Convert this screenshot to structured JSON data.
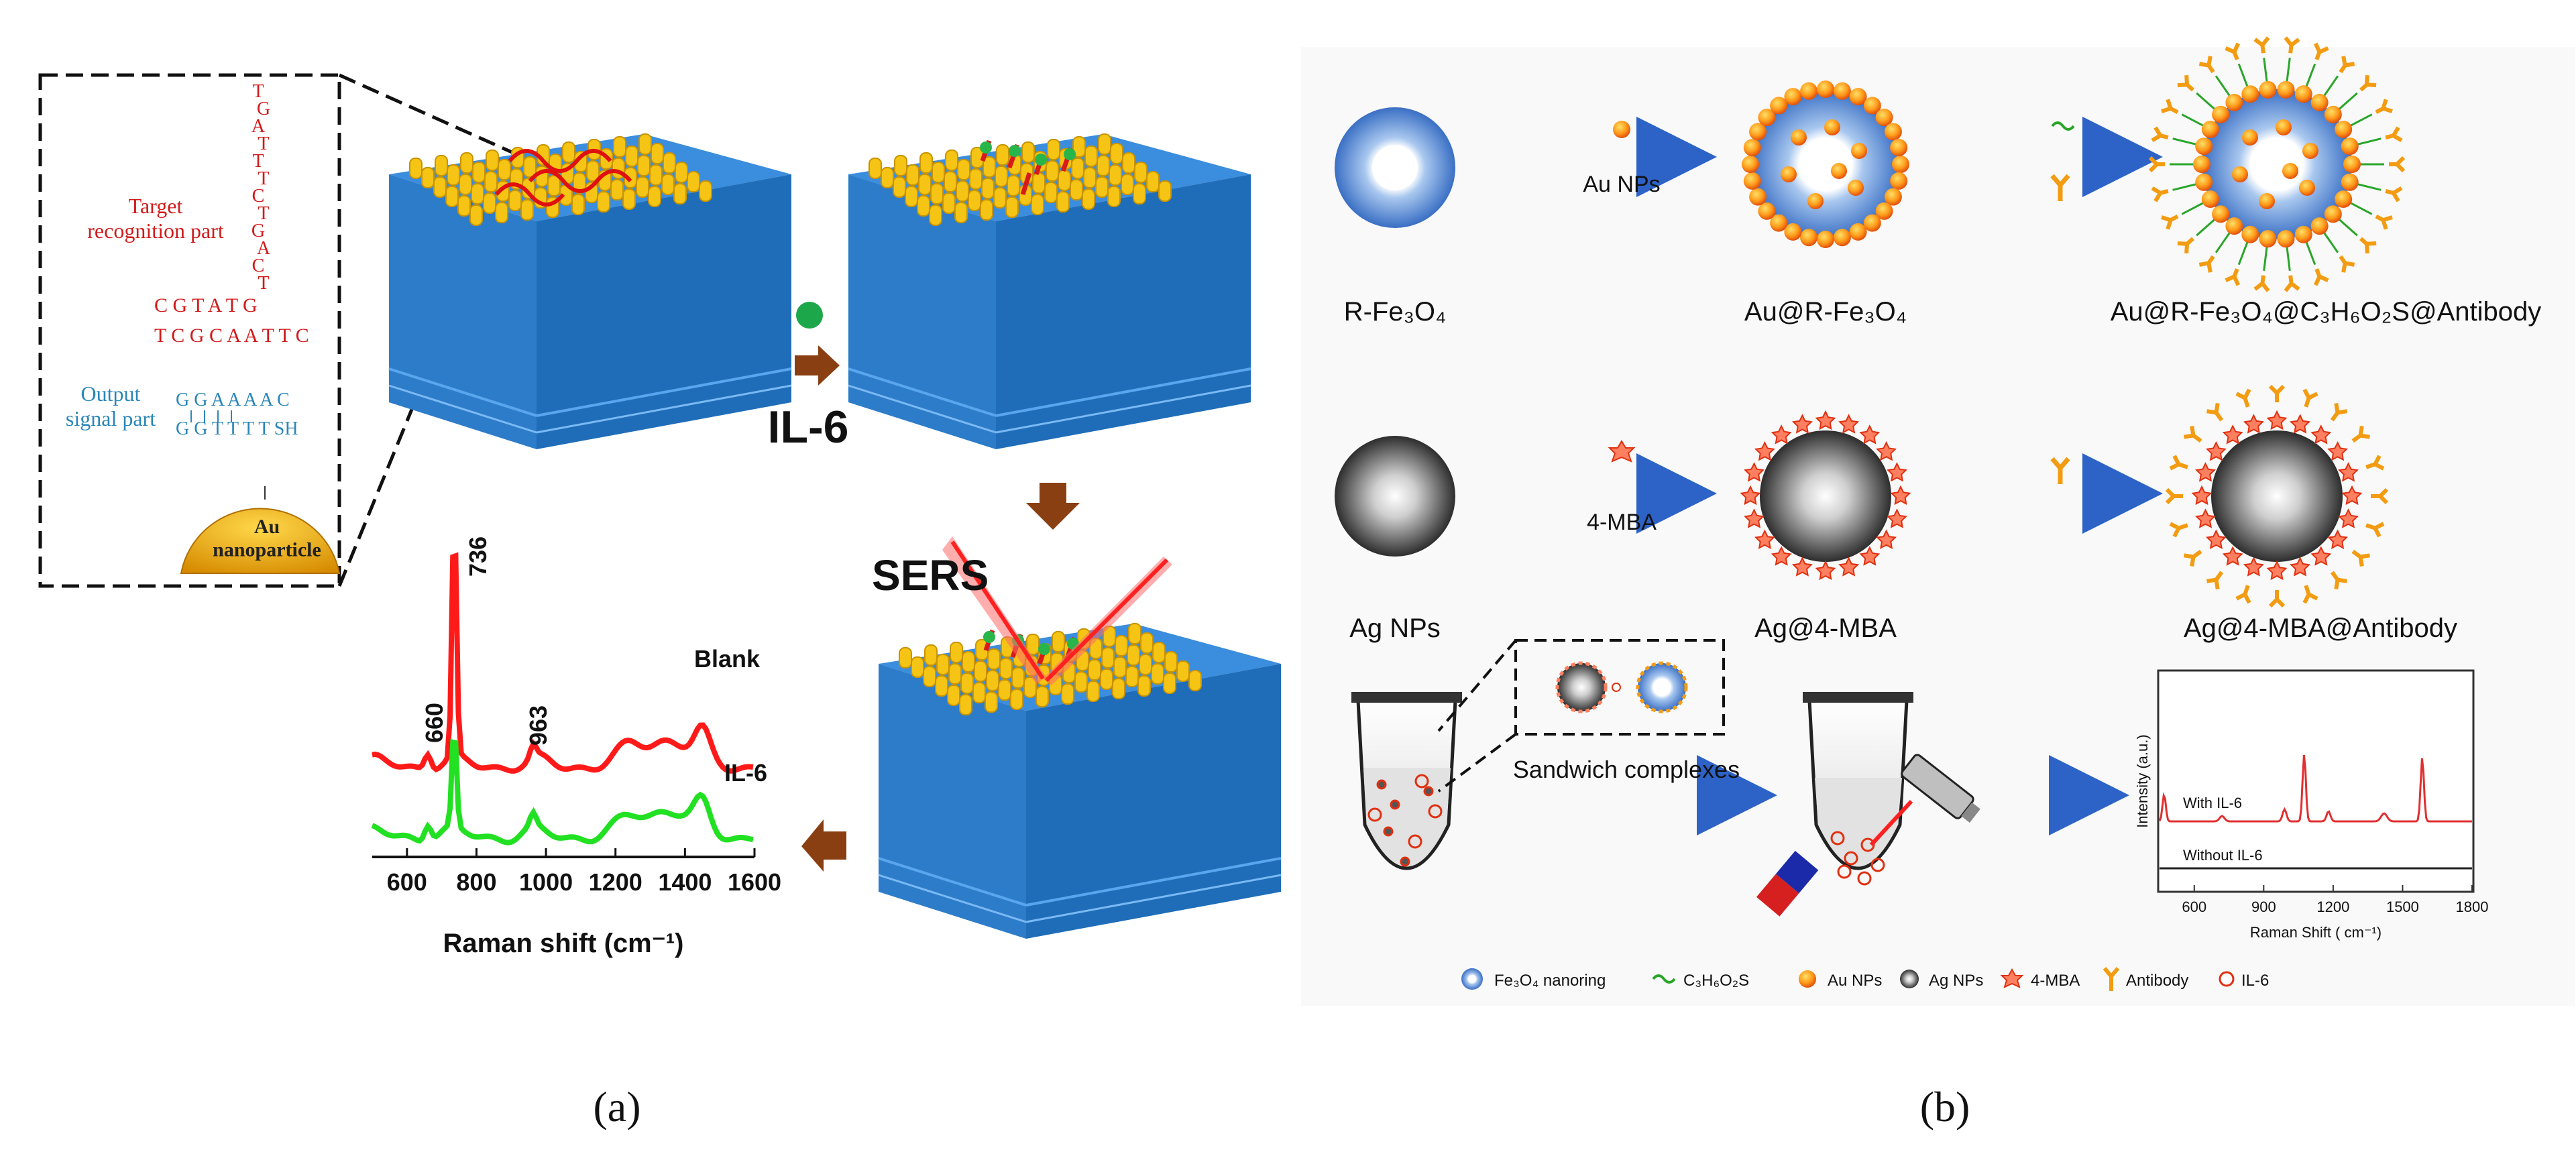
{
  "panel_a": {
    "caption": "(a)",
    "inset": {
      "target_label": "Target\nrecognition part",
      "output_label": "Output\nsignal part",
      "np_label": "Au\nnanoparticle",
      "strand_letters": [
        "T",
        "G",
        "A",
        "T",
        "T",
        "T",
        "C",
        "T",
        "G",
        "A",
        "C",
        "T"
      ],
      "loop_top": "C G T A T G",
      "loop_mid": "T C G C A A T T C",
      "stem_1": "G G A A A A C",
      "stem_2": "G G T T T T SH"
    },
    "step_analyte": "IL-6",
    "step_sers": "SERS",
    "spectrum": {
      "peak_labels": [
        "736",
        "660",
        "963"
      ],
      "series_labels": [
        "Blank",
        "IL-6"
      ],
      "xlabel": "Raman shift (cm⁻¹)",
      "ticks": [
        "600",
        "800",
        "1000",
        "1200",
        "1400",
        "1600"
      ],
      "colors": {
        "blank": "#ff1a1a",
        "il6": "#22e022"
      }
    }
  },
  "panel_b": {
    "caption": "(b)",
    "row1": {
      "label_1": "R-Fe₃O₄",
      "arrow_1": "Au NPs",
      "label_2": "Au@R-Fe₃O₄",
      "label_3": "Au@R-Fe₃O₄@C₃H₆O₂S@Antibody"
    },
    "row2": {
      "label_1": "Ag NPs",
      "arrow_1": "4-MBA",
      "label_2": "Ag@4-MBA",
      "label_3": "Ag@4-MBA@Antibody"
    },
    "row3": {
      "arrow_label": "Sandwich complexes"
    },
    "mini_chart": {
      "ylabel": "Intensity (a.u.)",
      "xlabel": "Raman Shift ( cm⁻¹)",
      "ticks": [
        "600",
        "900",
        "1200",
        "1500",
        "1800"
      ],
      "series_labels": [
        "With IL-6",
        "Without IL-6"
      ]
    },
    "legend": [
      "Fe₃O₄ nanoring",
      "C₃H₆O₂S",
      "Au NPs",
      "Ag NPs",
      "4-MBA",
      "Antibody",
      "IL-6"
    ]
  }
}
